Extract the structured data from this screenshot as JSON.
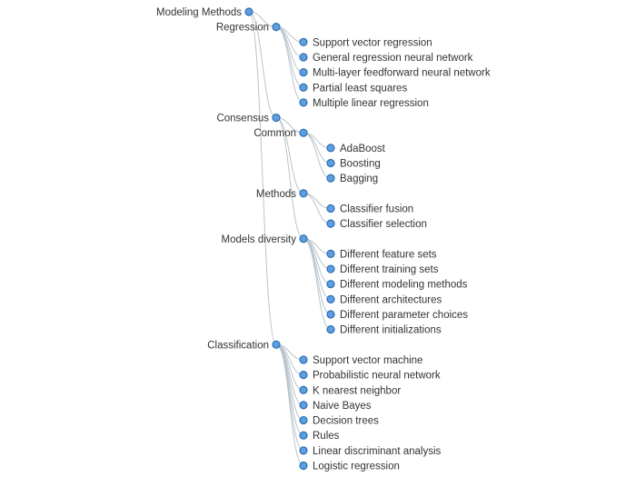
{
  "tree": {
    "label": "Modeling Methods",
    "children": [
      {
        "label": "Regression",
        "children": [
          {
            "label": "Support vector regression"
          },
          {
            "label": "General regression neural network"
          },
          {
            "label": "Multi-layer feedforward neural network"
          },
          {
            "label": "Partial least squares"
          },
          {
            "label": "Multiple linear regression"
          }
        ]
      },
      {
        "label": "Consensus",
        "children": [
          {
            "label": "Common",
            "children": [
              {
                "label": "AdaBoost"
              },
              {
                "label": "Boosting"
              },
              {
                "label": "Bagging"
              }
            ]
          },
          {
            "label": "Methods",
            "children": [
              {
                "label": "Classifier fusion"
              },
              {
                "label": "Classifier selection"
              }
            ]
          },
          {
            "label": "Models diversity",
            "children": [
              {
                "label": "Different feature sets"
              },
              {
                "label": "Different training sets"
              },
              {
                "label": "Different modeling methods"
              },
              {
                "label": "Different architectures"
              },
              {
                "label": "Different parameter choices"
              },
              {
                "label": "Different initializations"
              }
            ]
          }
        ]
      },
      {
        "label": "Classification",
        "children": [
          {
            "label": "Support vector machine"
          },
          {
            "label": "Probabilistic neural network"
          },
          {
            "label": "K nearest neighbor"
          },
          {
            "label": "Naive Bayes"
          },
          {
            "label": "Decision trees"
          },
          {
            "label": "Rules"
          },
          {
            "label": "Linear discriminant analysis"
          },
          {
            "label": "Logistic regression"
          }
        ]
      }
    ]
  },
  "colors": {
    "node_fill": "#5b9fe0",
    "node_stroke": "#2f6db3",
    "link": "#b8c4cc",
    "text": "#333333"
  }
}
